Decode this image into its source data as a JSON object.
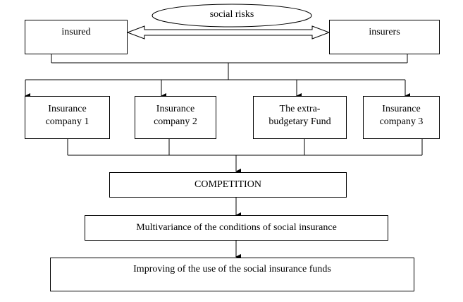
{
  "diagram": {
    "social_risks": "social risks",
    "insured": "insured",
    "insurers": "insurers",
    "companies": [
      {
        "line1": "Insurance",
        "line2": "company 1"
      },
      {
        "line1": "Insurance",
        "line2": "company 2"
      },
      {
        "line1": "The extra-",
        "line2": "budgetary Fund"
      },
      {
        "line1": "Insurance",
        "line2": "company 3"
      }
    ],
    "competition": "COMPETITION",
    "multivariance": "Multivariance of the conditions of social insurance",
    "improving": "Improving of the use of the social insurance funds"
  }
}
